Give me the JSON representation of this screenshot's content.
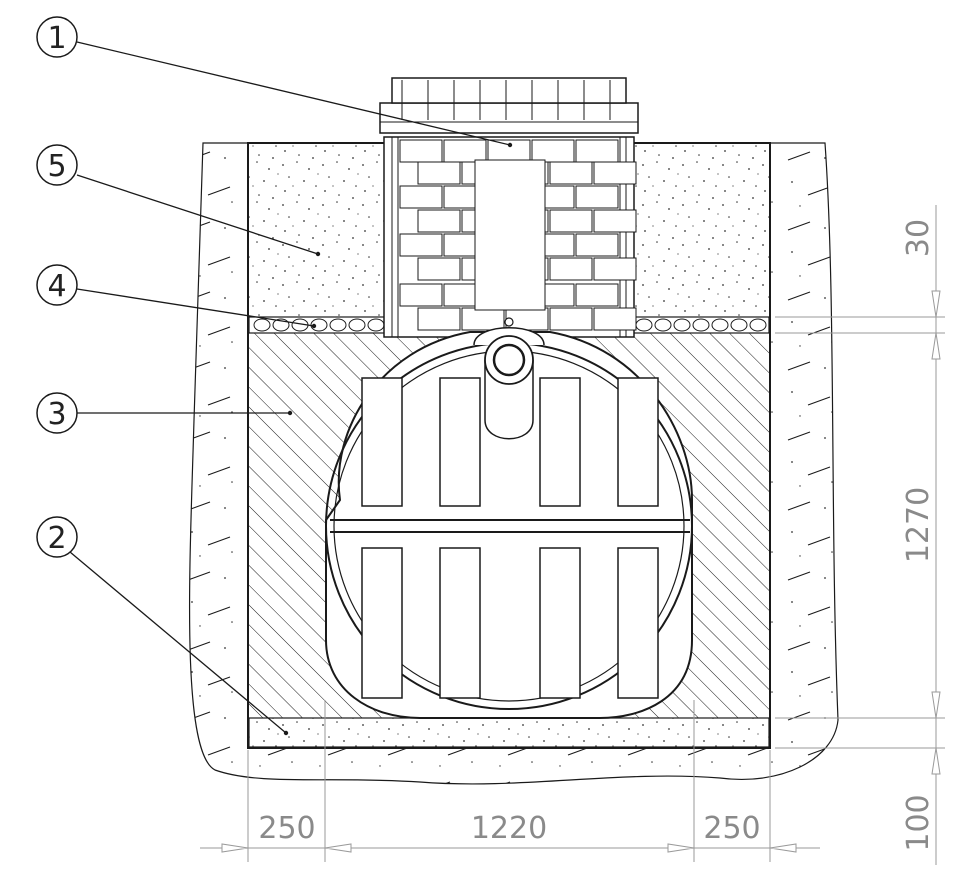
{
  "callouts": [
    {
      "id": "1",
      "label": "1"
    },
    {
      "id": "2",
      "label": "2"
    },
    {
      "id": "3",
      "label": "3"
    },
    {
      "id": "4",
      "label": "4"
    },
    {
      "id": "5",
      "label": "5"
    }
  ],
  "dimensions": {
    "horizontal": [
      {
        "id": "side-left",
        "label": "250"
      },
      {
        "id": "tank-width",
        "label": "1220"
      },
      {
        "id": "side-right",
        "label": "250"
      }
    ],
    "vertical": [
      {
        "id": "gravel-layer",
        "label": "30"
      },
      {
        "id": "tank-height",
        "label": "1270"
      },
      {
        "id": "base-layer",
        "label": "100"
      }
    ]
  },
  "colors": {
    "ink": "#1a1a1a",
    "dimension": "#8a8a8a"
  }
}
